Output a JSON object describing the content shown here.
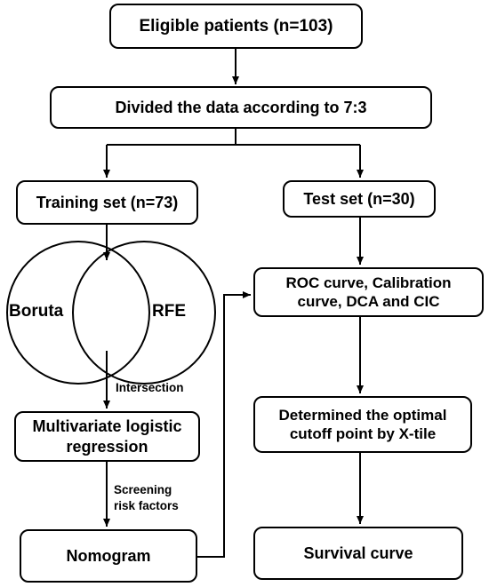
{
  "nodes": {
    "eligible": "Eligible patients (n=103)",
    "divided": "Divided the data according to 7:3",
    "training": "Training set (n=73)",
    "test": "Test set (n=30)",
    "venn_left": "Boruta",
    "venn_right": "RFE",
    "multivariate": "Multivariate logistic regression",
    "nomogram": "Nomogram",
    "roc": "ROC curve, Calibration curve, DCA and CIC",
    "xtile": "Determined the optimal cutoff point by X-tile",
    "survival": "Survival curve"
  },
  "edge_labels": {
    "intersection": "Intersection",
    "screening_line1": "Screening",
    "screening_line2": "risk factors"
  }
}
